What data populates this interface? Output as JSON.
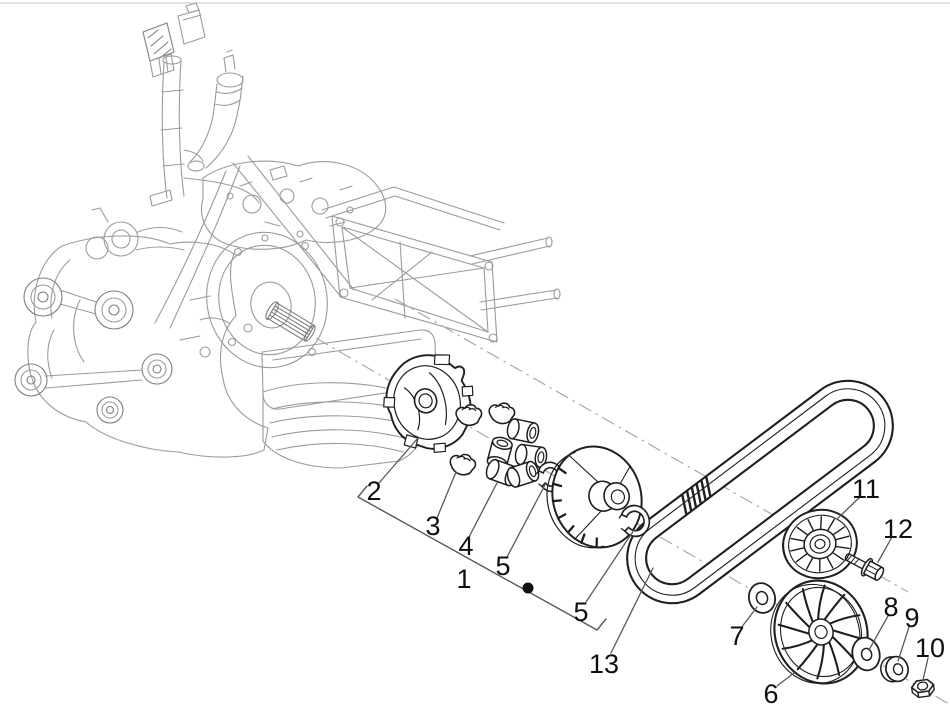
{
  "page": {
    "background_color": "#ffffff",
    "top_border_color": "#d9d9d9"
  },
  "diagram": {
    "type": "exploded-parts-diagram",
    "subject": "engine-driving-pulley-transmission",
    "part_outline_color": "#1f1f1f",
    "engine_outline_color": "#9b9b9b",
    "axis_line_color": "#a9a9a9",
    "leader_line_color": "#595959",
    "callout_text_color": "#0f0f0f"
  },
  "callouts": [
    {
      "label": "1",
      "part": "driving-pulley-assembly-bracket"
    },
    {
      "label": "2",
      "part": "variator-back-plate"
    },
    {
      "label": "3",
      "part": "guide-slider"
    },
    {
      "label": "4",
      "part": "roller-weights"
    },
    {
      "label": "5",
      "part": "circlip-front"
    },
    {
      "label": "5",
      "part": "circlip-rear"
    },
    {
      "label": "6",
      "part": "fan-wheel-half-pulley"
    },
    {
      "label": "7",
      "part": "washer"
    },
    {
      "label": "8",
      "part": "washer"
    },
    {
      "label": "9",
      "part": "spacer"
    },
    {
      "label": "10",
      "part": "nut"
    },
    {
      "label": "11",
      "part": "idler-roller"
    },
    {
      "label": "12",
      "part": "bolt"
    },
    {
      "label": "13",
      "part": "drive-belt"
    }
  ]
}
